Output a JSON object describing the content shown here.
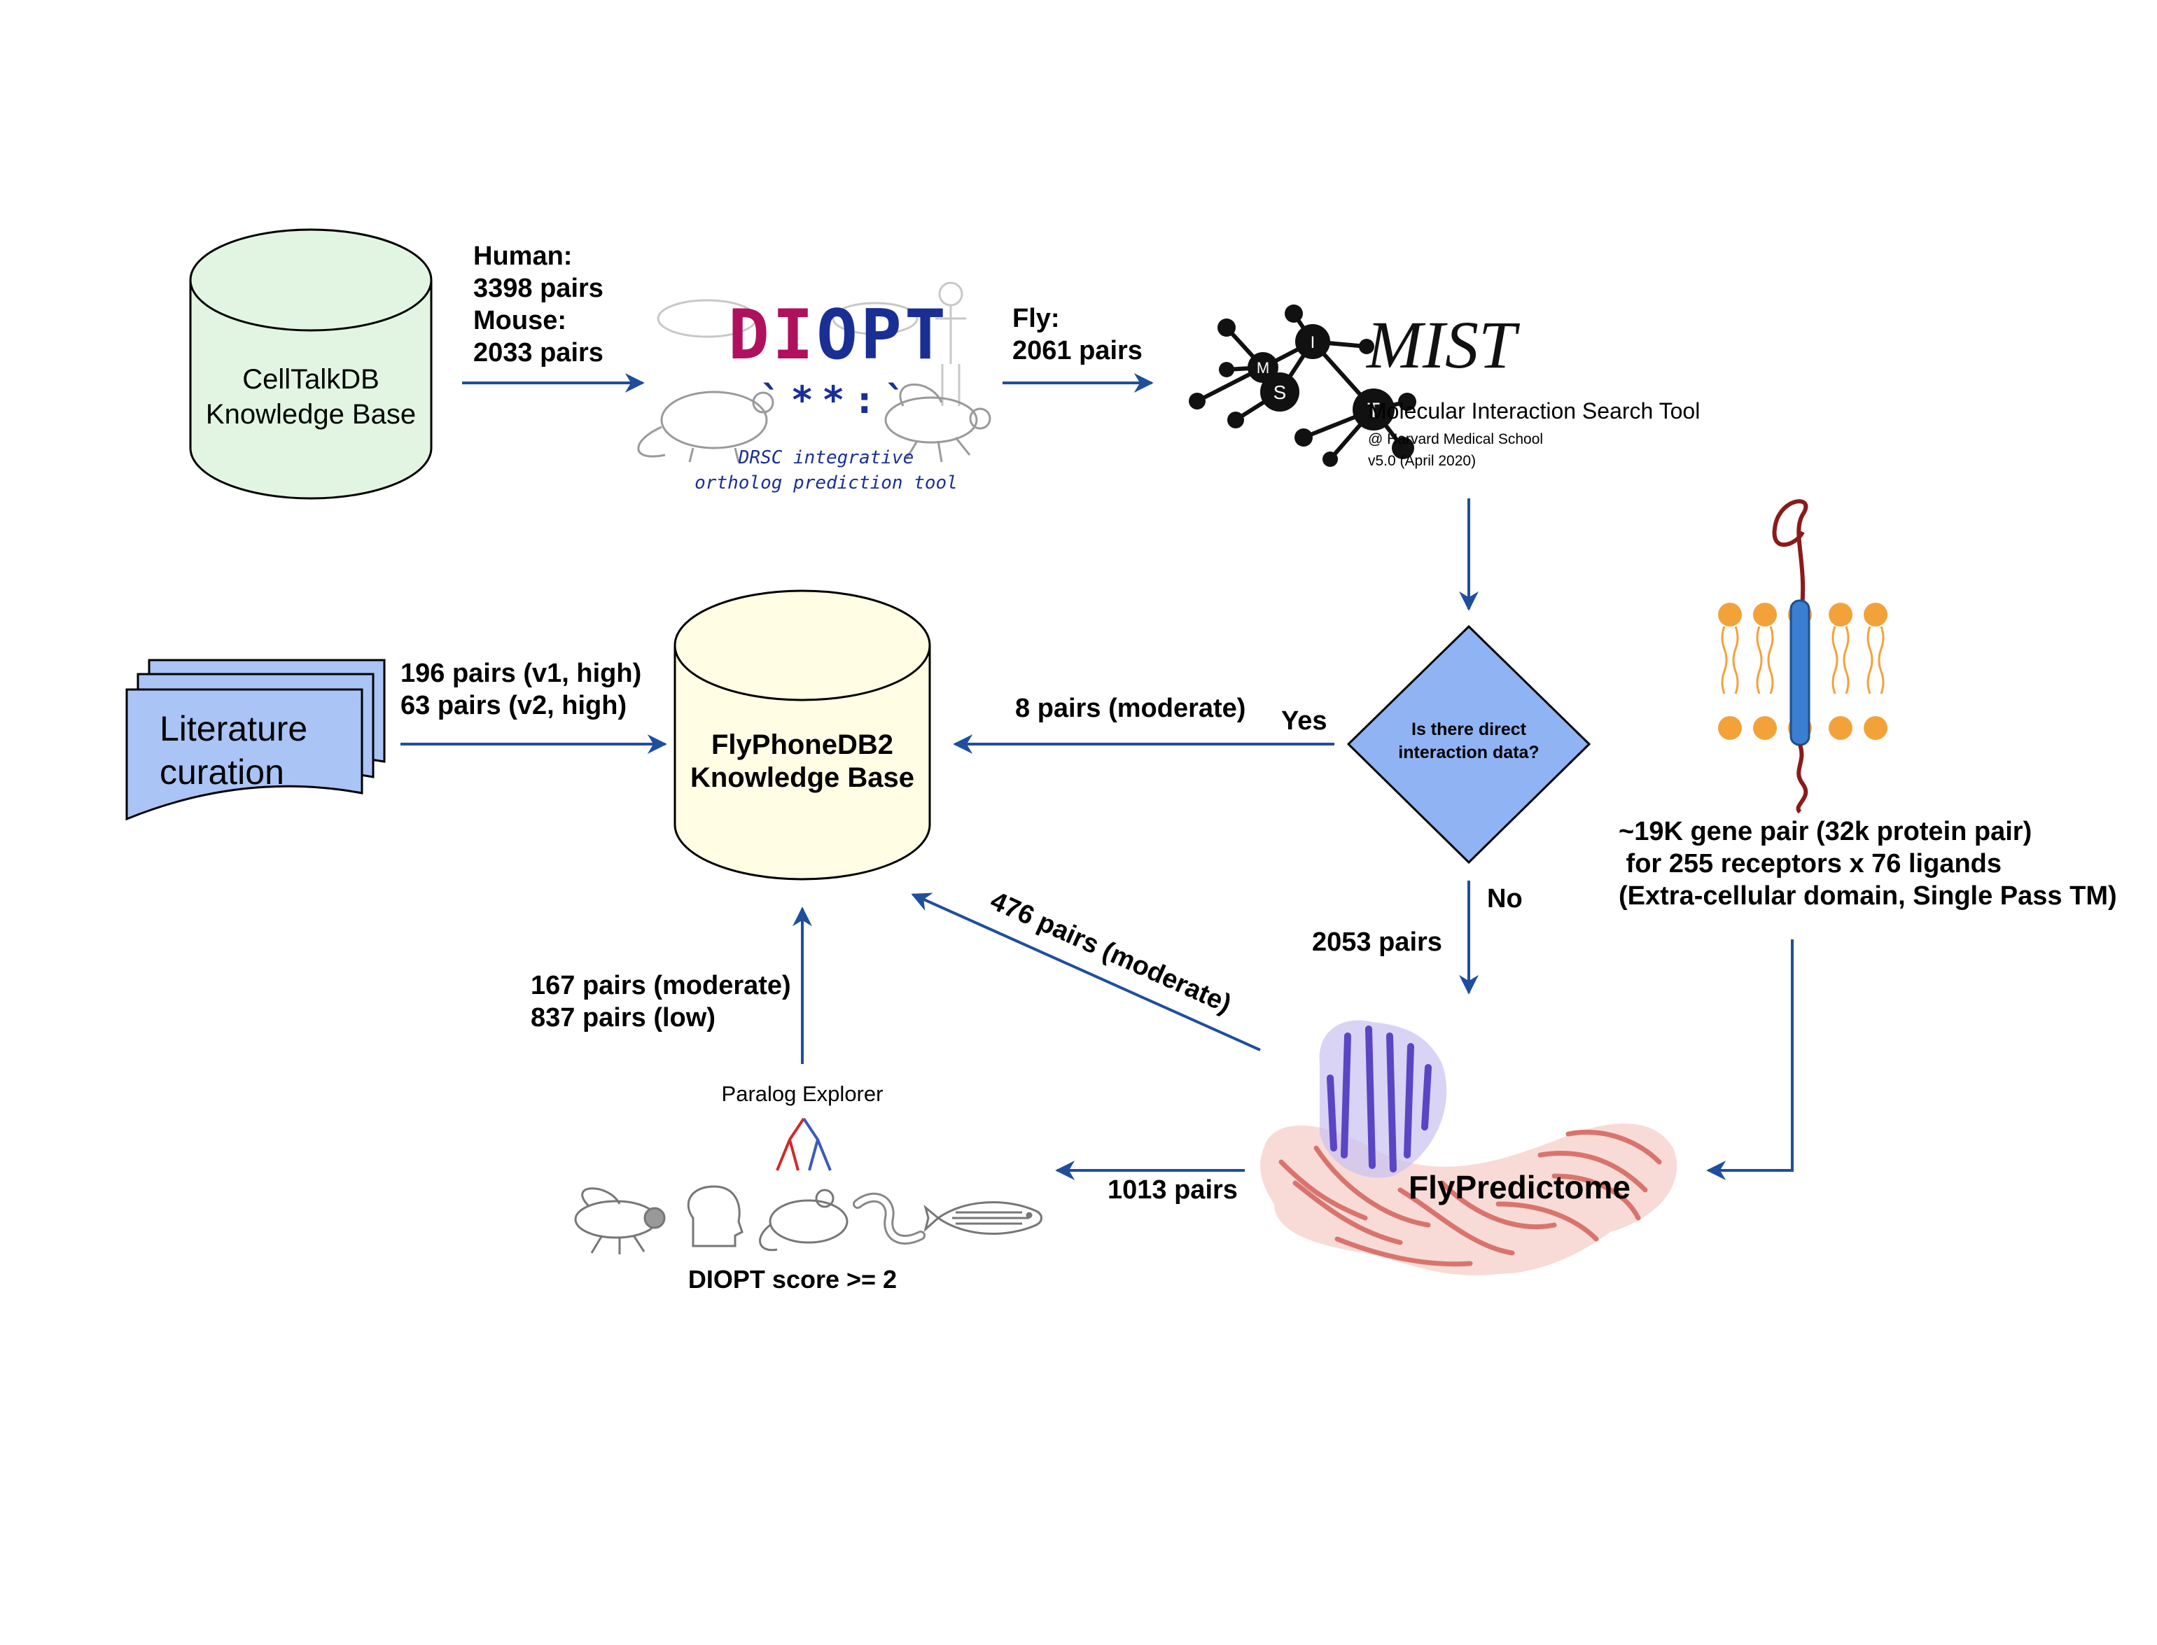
{
  "celltalkdb": {
    "line1": "CellTalkDB",
    "line2": "Knowledge Base"
  },
  "edge_celltalk_diopt": {
    "l1": "Human:",
    "l2": "3398 pairs",
    "l3": "Mouse:",
    "l4": "2033 pairs"
  },
  "diopt": {
    "title": "DIOPT",
    "sub1": "DRSC integrative",
    "sub2": "ortholog prediction tool",
    "marks": "`**:`"
  },
  "edge_diopt_mist": {
    "l1": "Fly:",
    "l2": "2061 pairs"
  },
  "mist": {
    "title": "MIST",
    "subtitle": "Molecular Interaction Search Tool",
    "line2": "@ Harvard Medical School",
    "line3": "v5.0 (April 2020)",
    "node_letters": [
      "M",
      "I",
      "S",
      "T"
    ]
  },
  "literature": {
    "line1": "Literature",
    "line2": "curation"
  },
  "edge_lit": {
    "l1": "196 pairs (v1, high)",
    "l2": "63 pairs (v2, high)"
  },
  "flyphonedb": {
    "line1": "FlyPhoneDB2",
    "line2": "Knowledge Base"
  },
  "decision": {
    "line1": "Is there direct",
    "line2": "interaction data?",
    "yes": "Yes",
    "no": "No"
  },
  "edge_yes": {
    "label": "8 pairs (moderate)"
  },
  "edge_no": {
    "label": "2053 pairs"
  },
  "receptor_note": {
    "l1": "~19K gene pair (32k protein pair)",
    "l2": " for 255 receptors x 76 ligands",
    "l3": "(Extra-cellular domain, Single Pass TM)"
  },
  "flypredictome": {
    "label": "FlyPredictome"
  },
  "edge_predictome_fly": {
    "label": "476 pairs (moderate)"
  },
  "edge_predictome_paralog": {
    "label": "1013 pairs"
  },
  "paralog": {
    "title": "Paralog Explorer",
    "score": "DIOPT score >= 2"
  },
  "edge_paralog_fly": {
    "l1": "167 pairs (moderate)",
    "l2": "837 pairs (low)"
  },
  "colors": {
    "arrow": "#1f4e9c",
    "celltalk_fill": "#e2f5e2",
    "flyphone_fill": "#fffde3",
    "literature_fill": "#a9c4f5",
    "decision_fill": "#8fb3f3",
    "diopt_red": "#b0115c",
    "diopt_blue": "#1a2f94",
    "membrane_orange": "#f3a23a",
    "helix_blue": "#3a7fd2",
    "tail_red": "#8b1a1a",
    "protein_purple": "#5a45c4",
    "protein_pink": "#e3877f",
    "score_blue": "#1f4288"
  }
}
